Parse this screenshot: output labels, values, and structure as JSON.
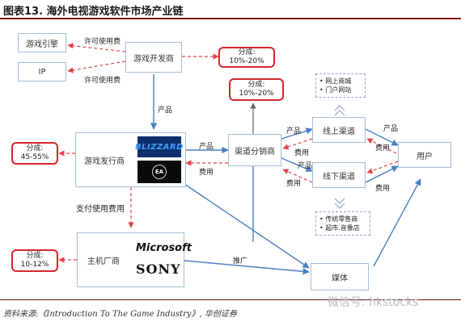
{
  "figure": {
    "title": "图表13.  海外电视游戏软件市场产业链",
    "source": "资料来源:《Introduction To The Game Industry》, 华创证券",
    "watermark": "微信号: hkstocks"
  },
  "nodes": {
    "game_engine": "游戏引擎",
    "ip": "IP",
    "game_developer": "游戏开发商",
    "game_publisher": "游戏发行商",
    "channel_distributor": "渠道分销商",
    "online_channel": "线上渠道",
    "offline_channel": "线下渠道",
    "user": "用户",
    "console_maker": "主机厂商",
    "media": "媒体"
  },
  "logos": {
    "blizzard": "BLIZZARD",
    "ea": "EA",
    "microsoft": "Microsoft",
    "sony": "SONY"
  },
  "shares": {
    "developer": {
      "label": "分成:",
      "value": "10%-20%"
    },
    "channel": {
      "label": "分成:",
      "value": "10%-20%"
    },
    "publisher": {
      "label": "分成:",
      "value": "45-55%"
    },
    "console": {
      "label": "分成:",
      "value": "10-12%"
    }
  },
  "lists": {
    "online": [
      "网上商城",
      "门户网站"
    ],
    "offline": [
      "传统零售商",
      "超市.音像店"
    ]
  },
  "edges": {
    "license_fee_1": "许可使用费",
    "license_fee_2": "许可使用费",
    "product_dev_pub": "产品",
    "product_pub_chan": "产品",
    "fee_chan_pub": "费用",
    "product_chan_online": "产品",
    "fee_online_chan": "费用",
    "product_chan_offline": "产品",
    "fee_offline_chan": "费用",
    "product_online_user": "产品",
    "fee_user_online": "费用",
    "fee_user_offline": "费用",
    "payment_fee": "支付使用费用",
    "promotion": "推广"
  },
  "colors": {
    "title_rule": "#7a1616",
    "box_border": "#a9bdd6",
    "flow_arrow": "#4a7fc4",
    "money_arrow": "#e0474c",
    "share_border": "#d6252b"
  }
}
